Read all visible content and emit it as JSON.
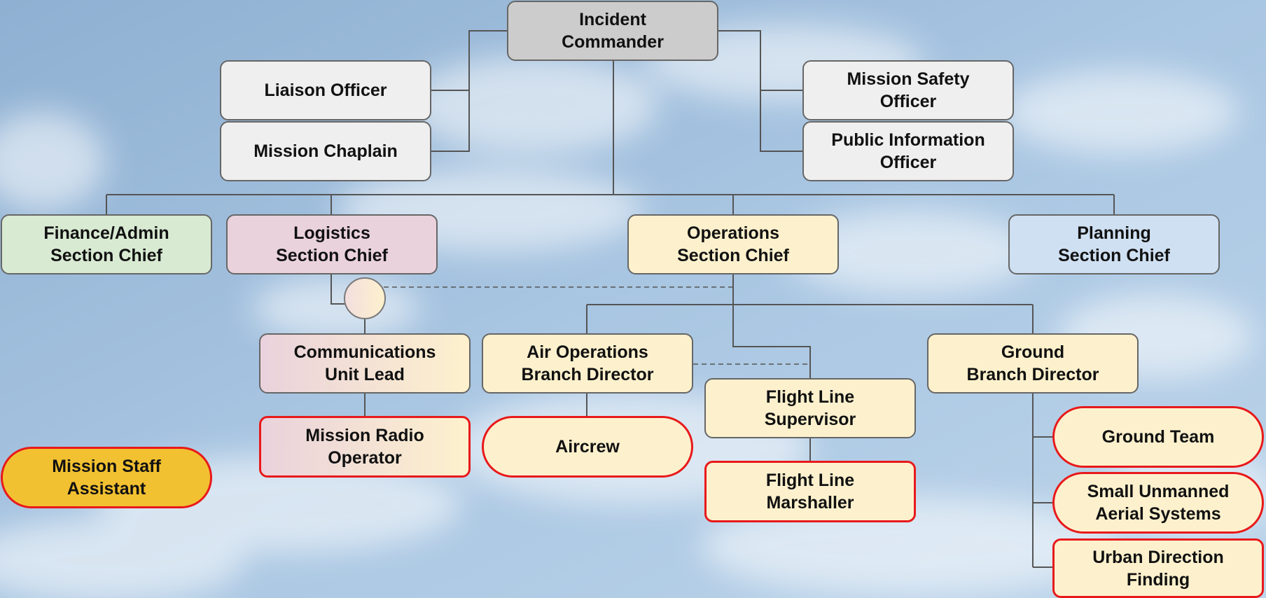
{
  "colors": {
    "incident_commander": "#cccccc",
    "command_staff": "#efefef",
    "finance_admin": "#d8ead2",
    "logistics": "#ead2dc",
    "operations": "#fdf1cd",
    "planning": "#cfe0f2",
    "mission_staff_assistant": "#f2c131",
    "highlight_border": "#e8191b",
    "connector": "#555555"
  },
  "incident_commander": "Incident\nCommander",
  "command_staff": {
    "liaison_officer": "Liaison Officer",
    "mission_chaplain": "Mission Chaplain",
    "mission_safety_officer": "Mission Safety\nOfficer",
    "public_information_officer": "Public Information\nOfficer"
  },
  "general_staff": {
    "finance_admin": "Finance/Admin\nSection Chief",
    "logistics": "Logistics\nSection Chief",
    "operations": "Operations\nSection Chief",
    "planning": "Planning\nSection Chief"
  },
  "logistics_units": {
    "communications_unit_lead": "Communications\nUnit Lead",
    "mission_radio_operator": "Mission Radio\nOperator"
  },
  "operations_units": {
    "air_operations_branch_director": "Air Operations\nBranch Director",
    "aircrew": "Aircrew",
    "flight_line_supervisor": "Flight Line\nSupervisor",
    "flight_line_marshaller": "Flight Line\nMarshaller",
    "ground_branch_director": "Ground\nBranch Director",
    "ground_team": "Ground Team",
    "small_unmanned_aerial_systems": "Small Unmanned\nAerial Systems",
    "urban_direction_finding": "Urban Direction\nFinding"
  },
  "mission_staff_assistant": "Mission Staff\nAssistant"
}
